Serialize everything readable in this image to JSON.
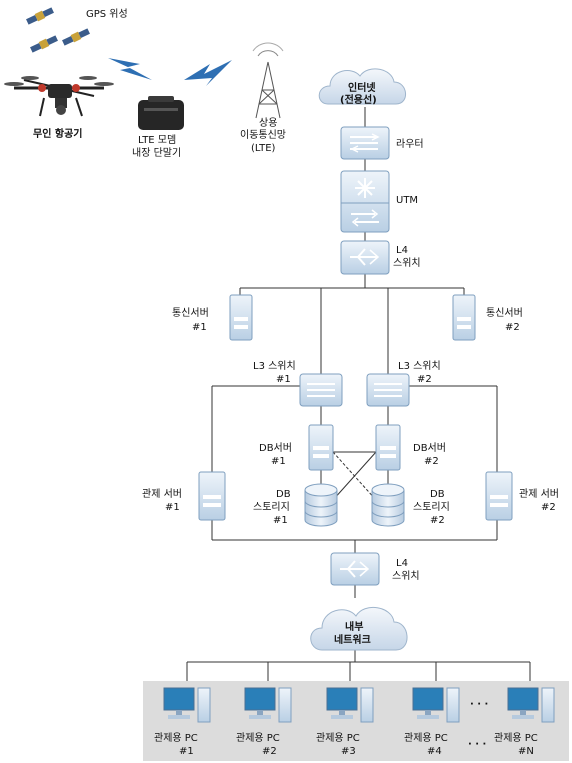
{
  "labels": {
    "gps": "GPS 위성",
    "drone": "무인 항공기",
    "lte_modem_1": "LTE 모뎀",
    "lte_modem_2": "내장 단말기",
    "tower_1": "상용",
    "tower_2": "이동통신망",
    "tower_3": "(LTE)",
    "internet_1": "인터넷",
    "internet_2": "(전용선)",
    "router": "라우터",
    "utm": "UTM",
    "l4_top_1": "L4",
    "l4_top_2": "스위치",
    "comm_server_1a": "통신서버",
    "comm_server_1b": "#1",
    "comm_server_2a": "통신서버",
    "comm_server_2b": "#2",
    "l3_1a": "L3 스위치",
    "l3_1b": "#1",
    "l3_2a": "L3 스위치",
    "l3_2b": "#2",
    "db_server_1a": "DB서버",
    "db_server_1b": "#1",
    "db_server_2a": "DB서버",
    "db_server_2b": "#2",
    "control_server_1a": "관제 서버",
    "control_server_1b": "#1",
    "control_server_2a": "관제 서버",
    "control_server_2b": "#2",
    "db_storage_1a": "DB",
    "db_storage_1b": "스토리지",
    "db_storage_1c": "#1",
    "db_storage_2a": "DB",
    "db_storage_2b": "스토리지",
    "db_storage_2c": "#2",
    "l4_bottom_1": "L4",
    "l4_bottom_2": "스위치",
    "internal_1": "내부",
    "internal_2": "네트워크",
    "pc1a": "관제용 PC",
    "pc1b": "#1",
    "pc2a": "관제용 PC",
    "pc2b": "#2",
    "pc3a": "관제용 PC",
    "pc3b": "#3",
    "pc4a": "관제용 PC",
    "pc4b": "#4",
    "pcNa": "관제용 PC",
    "pcNb": "#N",
    "ellipsis": "· · ·"
  },
  "colors": {
    "device_fill": "#d7e5f2",
    "device_stroke": "#7f9fbf",
    "cloud_fill": "#dfe8f3",
    "pc_area_fill": "#dcdcdc",
    "signal": "#2e6fb3"
  }
}
